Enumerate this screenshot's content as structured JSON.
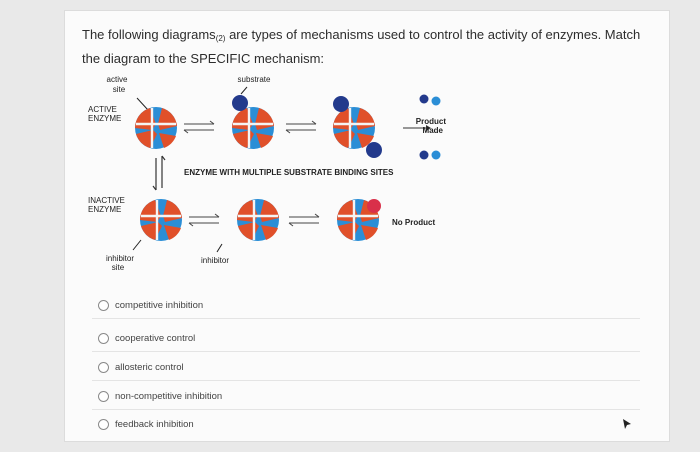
{
  "question": {
    "text_before": "The following diagrams",
    "superscript": "(2)",
    "text_after": " are types of mechanisms used to control the activity of enzymes. Match the diagram to the SPECIFIC mechanism:"
  },
  "diagram": {
    "labels": {
      "active_site": [
        "active",
        "site"
      ],
      "substrate": "substrate",
      "active_enzyme": [
        "ACTIVE",
        "ENZYME"
      ],
      "product_made": [
        "Product",
        "Made"
      ],
      "multiple_sites": "ENZYME WITH MULTIPLE SUBSTRATE BINDING SITES",
      "inactive_enzyme": [
        "INACTIVE",
        "ENZYME"
      ],
      "no_product": "No Product",
      "inhibitor_site": [
        "inhibitor",
        "site"
      ],
      "inhibitor": "inhibitor"
    },
    "colors": {
      "enzyme_blue": "#2b8ed6",
      "enzyme_red": "#e0502a",
      "substrate_navy": "#233a8c",
      "inhibitor_red": "#d9304a"
    }
  },
  "options": [
    {
      "label": "competitive inhibition"
    },
    {
      "label": "cooperative control"
    },
    {
      "label": "allosteric control"
    },
    {
      "label": "non-competitive inhibition"
    },
    {
      "label": "feedback inhibition"
    }
  ]
}
